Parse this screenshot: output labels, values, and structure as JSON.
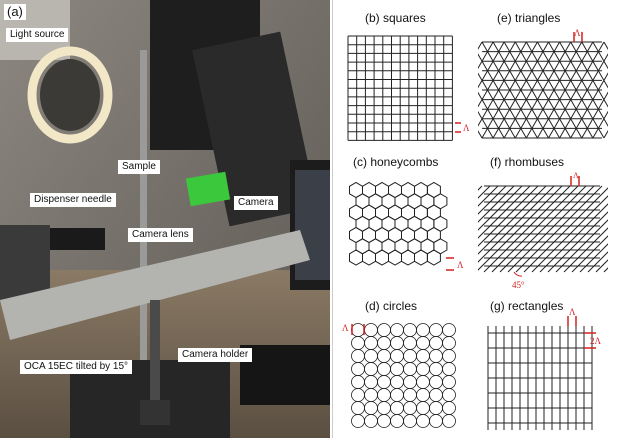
{
  "panel_a": {
    "label": "(a)",
    "callouts": {
      "light_source": "Light source",
      "sample": "Sample",
      "dispenser_needle": "Dispenser needle",
      "camera": "Camera",
      "camera_lens": "Camera lens",
      "oca": "OCA 15EC tilted by 15°",
      "camera_holder": "Camera holder"
    }
  },
  "patterns": {
    "squares": {
      "title": "(b) squares",
      "lambda": "Λ"
    },
    "triangles": {
      "title": "(e) triangles",
      "lambda": "Λ"
    },
    "honeycombs": {
      "title": "(c) honeycombs",
      "lambda": "Λ"
    },
    "rhombuses": {
      "title": "(f) rhombuses",
      "lambda": "Λ",
      "angle": "45°"
    },
    "circles": {
      "title": "(d) circles",
      "lambda": "Λ"
    },
    "rectangles": {
      "title": "(g) rectangles",
      "lambda": "Λ",
      "lambda2": "2Λ"
    }
  },
  "colors": {
    "annotation_red": "#d42020",
    "grid_line": "#222222"
  }
}
